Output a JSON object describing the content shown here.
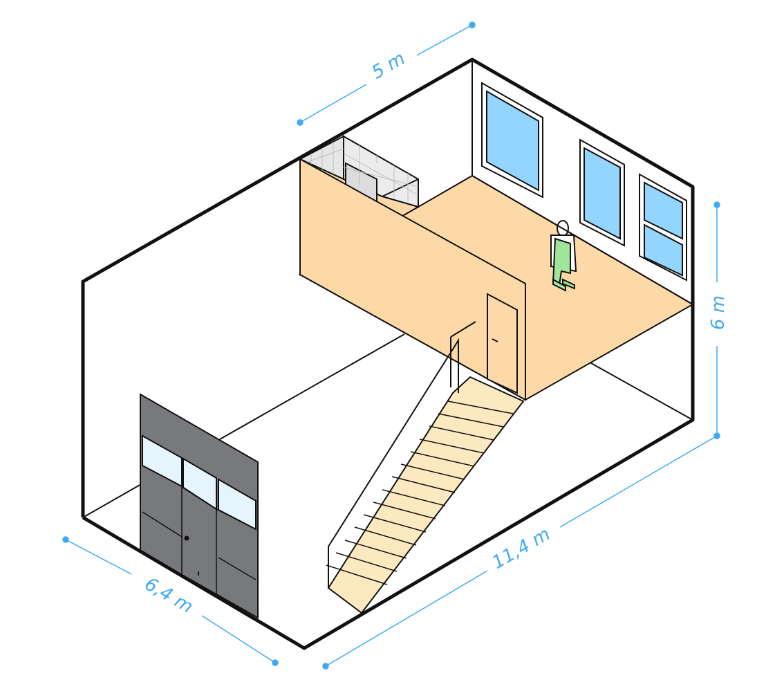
{
  "dimensions": {
    "width_top": "5 m",
    "height_right": "6 m",
    "length_front": "11,4 m",
    "depth_left": "6,4 m"
  },
  "colors": {
    "outline": "#111111",
    "dimension": "#3fa9f5",
    "mezzanine": "#fdd9a8",
    "stairs": "#fde9bf",
    "window_glass": "#94d5ff",
    "door_panel": "#78797c",
    "transom_glass": "#e6f5fd",
    "tile_wall": "#e6e6e6",
    "figure_body": "#9fe59a"
  }
}
